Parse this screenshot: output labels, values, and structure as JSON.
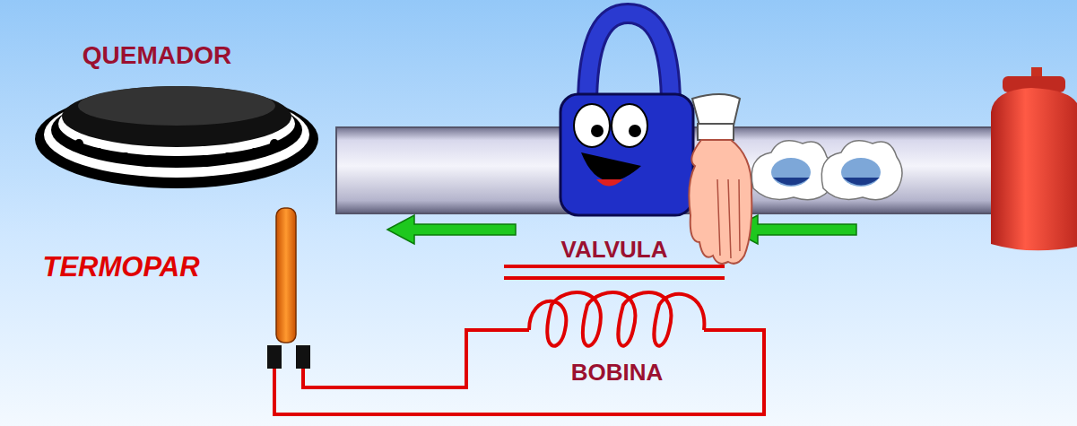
{
  "diagram": {
    "labels": [
      "QUEMADOR",
      "TERMOPAR",
      "VALVULA",
      "BOBINA"
    ]
  }
}
